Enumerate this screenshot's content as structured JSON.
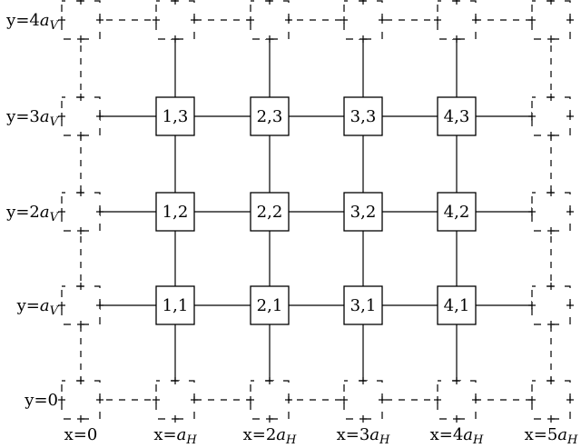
{
  "y_labels": [
    {
      "prefix": "y=4",
      "var": "a",
      "sub": "V"
    },
    {
      "prefix": "y=3",
      "var": "a",
      "sub": "V"
    },
    {
      "prefix": "y=2",
      "var": "a",
      "sub": "V"
    },
    {
      "prefix": "y=",
      "var": "a",
      "sub": "V"
    },
    {
      "prefix": "y=0",
      "var": "",
      "sub": ""
    }
  ],
  "x_labels": [
    {
      "prefix": "x=0",
      "var": "",
      "sub": ""
    },
    {
      "prefix": "x=",
      "var": "a",
      "sub": "H"
    },
    {
      "prefix": "x=2",
      "var": "a",
      "sub": "H"
    },
    {
      "prefix": "x=3",
      "var": "a",
      "sub": "H"
    },
    {
      "prefix": "x=4",
      "var": "a",
      "sub": "H"
    },
    {
      "prefix": "x=5",
      "var": "a",
      "sub": "H"
    }
  ],
  "nodes": [
    {
      "label": "1,3",
      "col": 1,
      "row": 1
    },
    {
      "label": "2,3",
      "col": 2,
      "row": 1
    },
    {
      "label": "3,3",
      "col": 3,
      "row": 1
    },
    {
      "label": "4,3",
      "col": 4,
      "row": 1
    },
    {
      "label": "1,2",
      "col": 1,
      "row": 2
    },
    {
      "label": "2,2",
      "col": 2,
      "row": 2
    },
    {
      "label": "3,2",
      "col": 3,
      "row": 2
    },
    {
      "label": "4,2",
      "col": 4,
      "row": 2
    },
    {
      "label": "1,1",
      "col": 1,
      "row": 3
    },
    {
      "label": "2,1",
      "col": 2,
      "row": 3
    },
    {
      "label": "3,1",
      "col": 3,
      "row": 3
    },
    {
      "label": "4,1",
      "col": 4,
      "row": 3
    }
  ],
  "colors": {
    "stroke": "#000000",
    "background": "#ffffff"
  }
}
